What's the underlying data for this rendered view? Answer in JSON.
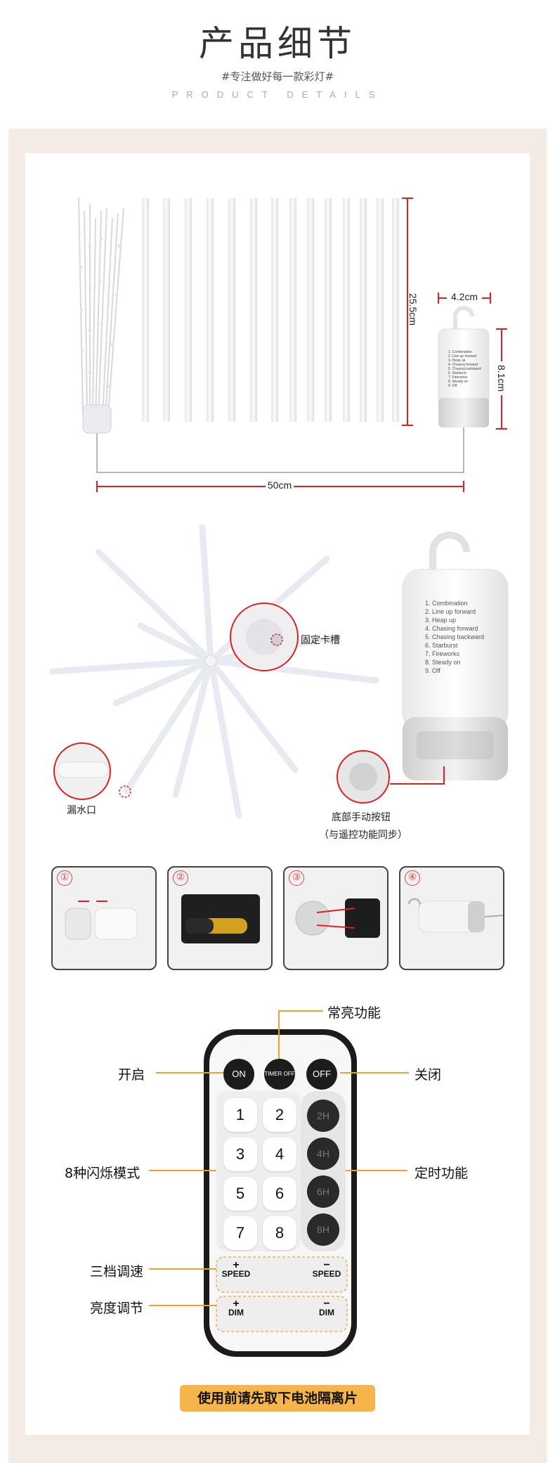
{
  "header": {
    "title": "产品细节",
    "slogan": "#专注做好每一款彩灯#",
    "subtitle_en": "PRODUCT DETAILS"
  },
  "dimensions": {
    "height": "25.5cm",
    "width": "50cm",
    "box_width": "4.2cm",
    "box_height": "8.1cm"
  },
  "box_modes": [
    "1. Combination",
    "2. Line up forward",
    "3. Heap up",
    "4. Chasing forward",
    "5. Chasing backward",
    "6. Starburst",
    "7. Fireworks",
    "8. Steady on",
    "9. Off"
  ],
  "callouts": {
    "fixing_slot": "固定卡槽",
    "drain_hole": "漏水口",
    "manual_button_line1": "底部手动按钮",
    "manual_button_line2": "（与遥控功能同步）"
  },
  "steps": [
    "①",
    "②",
    "③",
    "④"
  ],
  "remote": {
    "on_label": "开启",
    "off_label": "关闭",
    "steady_label": "常亮功能",
    "modes_label": "8种闪烁模式",
    "timer_label": "定时功能",
    "speed_label": "三档调速",
    "dim_label": "亮度调节",
    "btn_on": "ON",
    "btn_timer_off": "TIMER OFF",
    "btn_off": "OFF",
    "numbers": [
      "1",
      "2",
      "3",
      "4",
      "5",
      "6",
      "7",
      "8"
    ],
    "timers": [
      "2H",
      "4H",
      "6H",
      "8H"
    ],
    "speed_plus": "+",
    "speed_minus": "−",
    "speed_text": "SPEED",
    "dim_plus": "+",
    "dim_minus": "−",
    "dim_text": "DIM"
  },
  "notice": "使用前请先取下电池隔离片",
  "colors": {
    "accent_red": "#e02020",
    "frame_beige": "#f4ece4",
    "notice_orange": "#f6b54a",
    "callout_orange": "#f0a030"
  }
}
